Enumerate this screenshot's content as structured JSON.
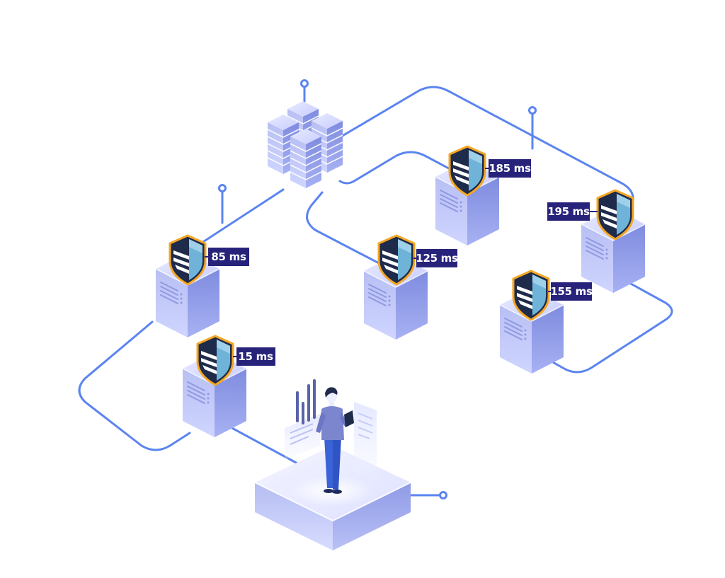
{
  "diagram": {
    "nodes": [
      {
        "id": "node-15",
        "latency_label": "15 ms"
      },
      {
        "id": "node-85",
        "latency_label": "85 ms"
      },
      {
        "id": "node-125",
        "latency_label": "125 ms"
      },
      {
        "id": "node-185",
        "latency_label": "185 ms"
      },
      {
        "id": "node-195",
        "latency_label": "195 ms"
      },
      {
        "id": "node-155",
        "latency_label": "155 ms"
      }
    ],
    "central": "server-cluster",
    "user_platform": "person-with-tablet",
    "icons": [
      "shield-icon",
      "server-icon",
      "server-cluster-icon",
      "person-icon",
      "bar-chart-icon",
      "connector-pin-icon"
    ]
  },
  "colors": {
    "line": "#5b84f0",
    "label_bg": "#28237a",
    "label_text": "#ffffff",
    "shield_border": "#f5a623",
    "shield_dark": "#1f2b4a",
    "shield_light": "#6fb3d9",
    "server_top": "#d9dcfa",
    "server_left": "#a7b0ee",
    "server_right": "#8491e3",
    "person_shirt": "#7c86cf",
    "person_pants": "#3b63d8"
  }
}
